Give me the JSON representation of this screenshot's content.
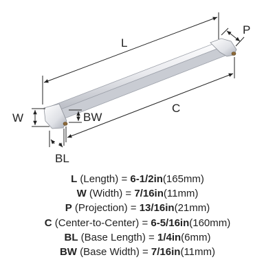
{
  "dimension_labels": {
    "L": "L",
    "P": "P",
    "W": "W",
    "BW": "BW",
    "C": "C",
    "BL": "BL"
  },
  "specs": [
    {
      "key": "L",
      "name": " (Length) = ",
      "value": "6-1/2in",
      "metric": "(165mm)"
    },
    {
      "key": "W",
      "name": " (Width) = ",
      "value": "7/16in",
      "metric": "(11mm)"
    },
    {
      "key": "P",
      "name": " (Projection) = ",
      "value": "13/16in",
      "metric": "(21mm)"
    },
    {
      "key": "C",
      "name": " (Center-to-Center) = ",
      "value": "6-5/16in",
      "metric": "(160mm)"
    },
    {
      "key": "BL",
      "name": " (Base Length) = ",
      "value": "1/4in",
      "metric": "(6mm)"
    },
    {
      "key": "BW",
      "name": " (Base Width) = ",
      "value": "7/16in",
      "metric": "(11mm)"
    }
  ],
  "colors": {
    "line": "#222222",
    "chrome_light": "#f4f4f6",
    "chrome_dark": "#b9bcc4"
  }
}
